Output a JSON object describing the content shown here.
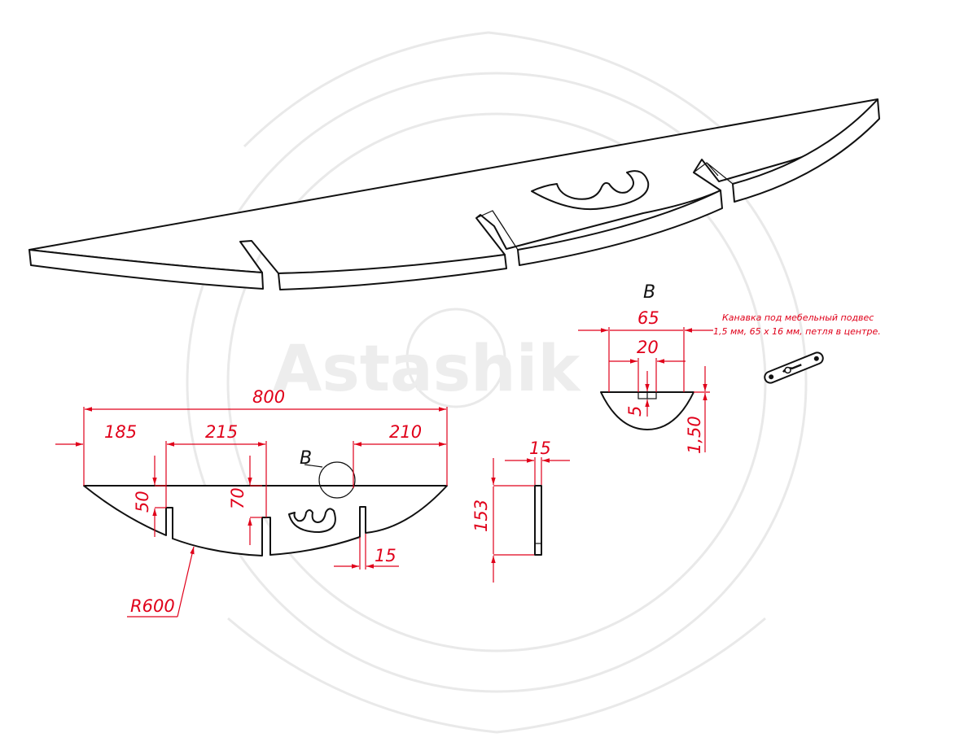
{
  "watermark": {
    "text": "Astashik"
  },
  "detail_label": "B",
  "dimensions": {
    "total_width": "800",
    "seg_left": "185",
    "seg_mid": "215",
    "seg_right": "210",
    "slot_depth_left": "50",
    "slot_depth_mid": "70",
    "slot_width": "15",
    "radius": "R600",
    "side_height": "153",
    "side_thickness": "15",
    "detail_width": "65",
    "detail_inner": "20",
    "detail_depth": "5",
    "detail_offset": "1,50"
  },
  "note": {
    "line1": "Канавка под мебельный подвес",
    "line2": "1,5 мм, 65 х 16 мм, петля в центре."
  },
  "colors": {
    "dimension": "#e0001a",
    "outline": "#111111",
    "watermark": "#e9e9e9"
  },
  "icons": {
    "hanger": "furniture-hanger-icon",
    "number": "digit-3-cutout"
  }
}
